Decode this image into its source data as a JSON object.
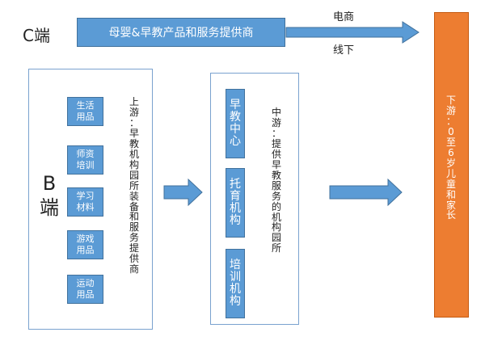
{
  "c_side": {
    "label": "C端",
    "product_box": "母婴&早教产品和服务提供商",
    "channel_online": "电商",
    "channel_offline": "线下"
  },
  "b_side": {
    "label_line1": "B",
    "label_line2": "端",
    "upstream_items": [
      "生活\n用品",
      "师资\n培训",
      "学习\n材料",
      "游戏\n用品",
      "运动\n用品"
    ],
    "upstream_caption": "上游：早教机构园所装备和服务提供商"
  },
  "midstream": {
    "items": [
      "早教中心",
      "托育机构",
      "培训机构"
    ],
    "caption": "中游：提供早教服务的机构园所"
  },
  "downstream": {
    "caption": "下游：0至6岁儿童和家长"
  },
  "colors": {
    "blue_box": "#5b9bd5",
    "orange_box": "#ed7d31",
    "arrow": "#5b9bd5"
  }
}
